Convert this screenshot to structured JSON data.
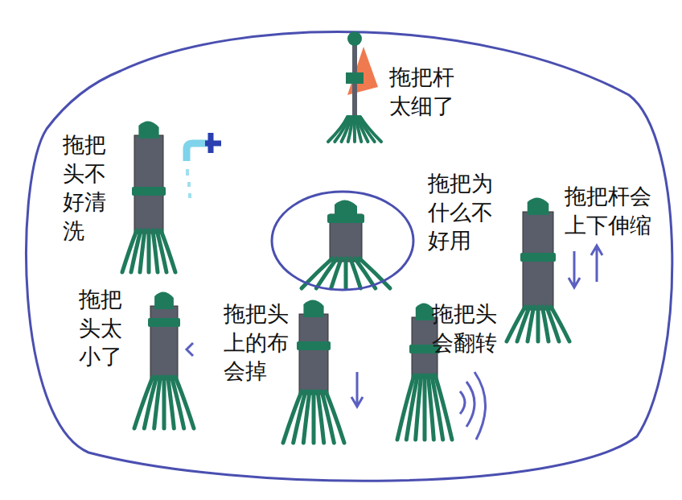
{
  "diagram": {
    "nodes": [
      {
        "text": [
          "拖把为 什么不 好用"
        ]
      }
    ],
    "labels": [
      "拖把杆 太细了",
      "拖把 头不 好清 洗",
      "拖把杆会 上下伸缩",
      "拖把 头太 小了",
      "拖把头 上的布 会掉",
      "拖把头 会翻转"
    ]
  }
}
